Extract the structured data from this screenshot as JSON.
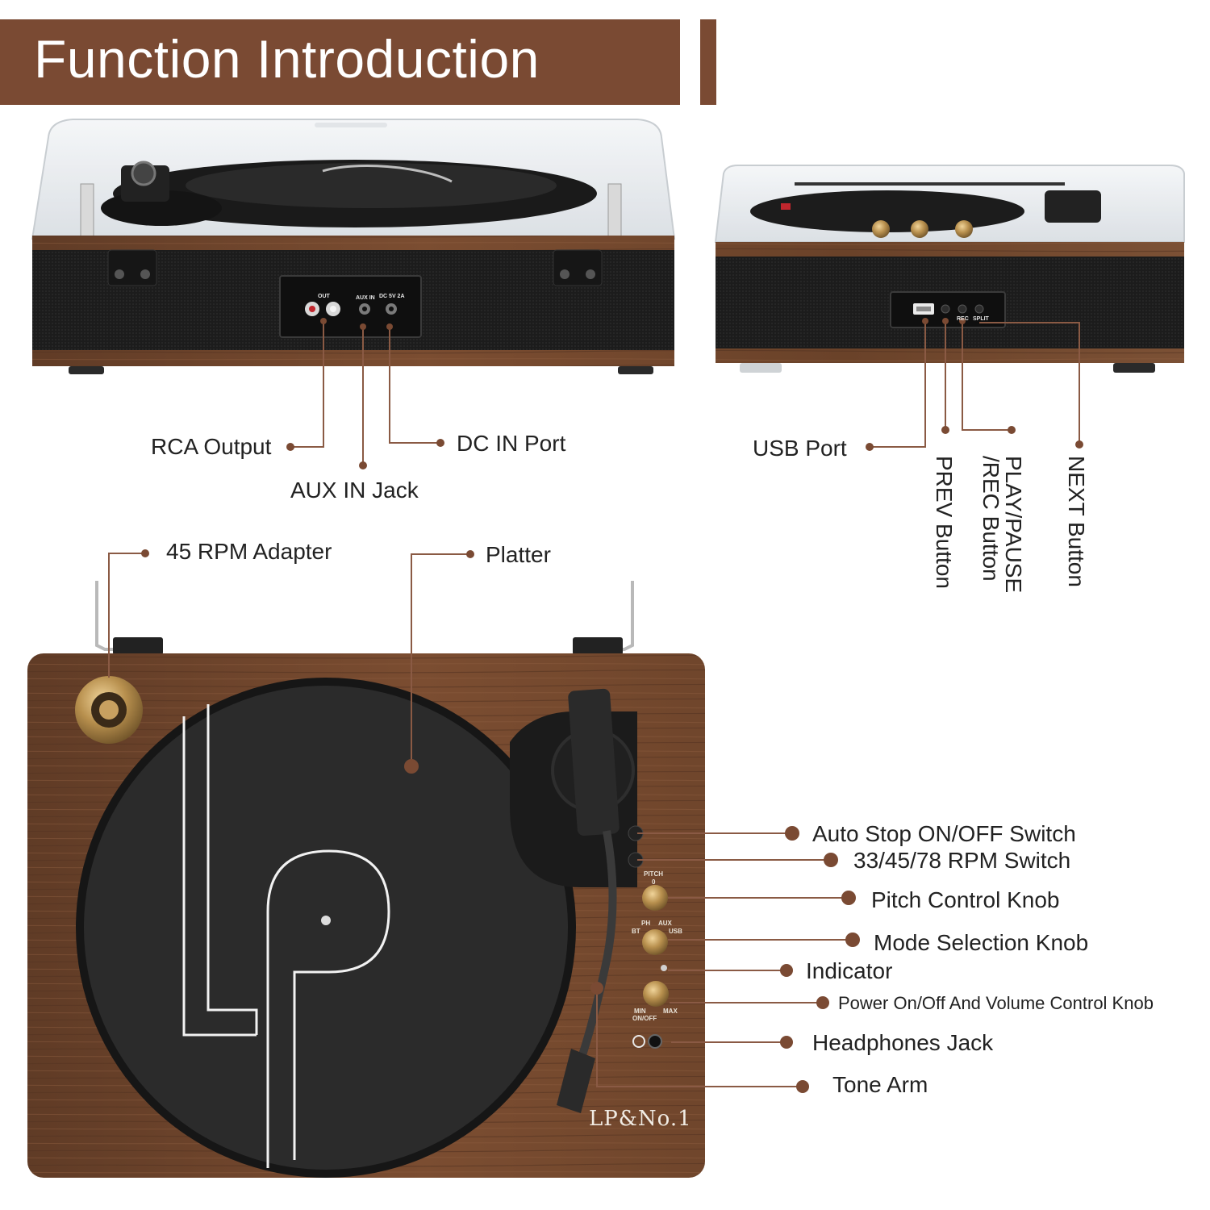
{
  "header": {
    "title": "Function Introduction"
  },
  "rear_view": {
    "panel_labels": {
      "out": "OUT",
      "aux_in": "AUX IN",
      "dc": "DC 5V 2A"
    },
    "callouts": {
      "rca_output": "RCA Output",
      "aux_in_jack": "AUX IN Jack",
      "dc_in_port": "DC IN Port"
    }
  },
  "front_view": {
    "panel_labels": {
      "rec": "REC",
      "split": "SPLIT"
    },
    "callouts": {
      "usb_port": "USB Port",
      "prev_button": "PREV Button",
      "play_pause_rec_button_line1": "PLAY/PAUSE",
      "play_pause_rec_button_line2": "/REC Button",
      "next_button": "NEXT Button"
    }
  },
  "top_view": {
    "panel_labels": {
      "pitch": "PITCH",
      "pitch_zero": "0",
      "ph": "PH",
      "aux": "AUX",
      "bt": "BT",
      "usb": "USB",
      "min": "MIN",
      "on_off": "ON/OFF",
      "max": "MAX"
    },
    "brand": "LP&No.1",
    "callouts": {
      "rpm_adapter": "45 RPM Adapter",
      "platter": "Platter",
      "auto_stop": "Auto Stop ON/OFF Switch",
      "rpm_switch": "33/45/78 RPM Switch",
      "pitch_knob": "Pitch Control Knob",
      "mode_knob": "Mode Selection Knob",
      "indicator": "Indicator",
      "power_volume_knob": "Power On/Off And Volume Control Knob",
      "headphones_jack": "Headphones Jack",
      "tone_arm": "Tone Arm"
    }
  },
  "colors": {
    "accent": "#7a4a33",
    "leader": "#8a5a44",
    "wood": "#6e452c",
    "wood_light": "#8a5a3c",
    "fabric": "#1d1d1d",
    "felt": "#2b2b2b",
    "brass": "#b08a4a"
  }
}
